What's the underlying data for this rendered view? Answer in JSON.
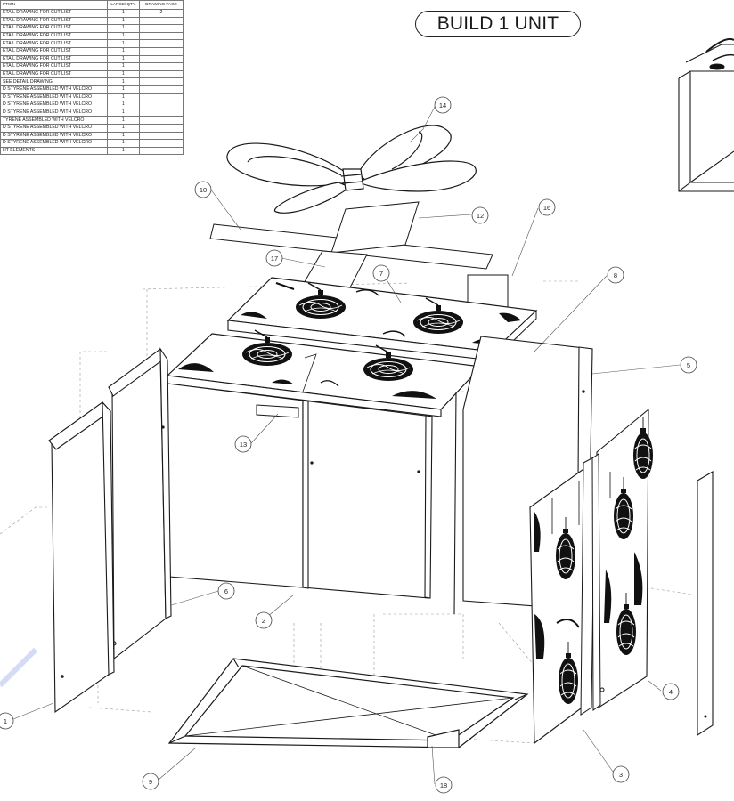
{
  "title": "BUILD 1 UNIT",
  "bom": {
    "headers": [
      "PTION",
      "LARGE/ QTY.",
      "DRAWING PAGE"
    ],
    "rows": [
      {
        "desc": "ETAIL DRAWING FOR CUT LIST",
        "qty": "1",
        "page": "2"
      },
      {
        "desc": "ETAIL DRAWING FOR CUT LIST",
        "qty": "1",
        "page": ""
      },
      {
        "desc": "ETAIL DRAWING FOR CUT LIST",
        "qty": "1",
        "page": ""
      },
      {
        "desc": "ETAIL DRAWING FOR CUT LIST",
        "qty": "1",
        "page": ""
      },
      {
        "desc": "ETAIL DRAWING FOR CUT LIST",
        "qty": "1",
        "page": ""
      },
      {
        "desc": "ETAIL DRAWING FOR CUT LIST",
        "qty": "1",
        "page": ""
      },
      {
        "desc": "ETAIL DRAWING FOR CUT LIST",
        "qty": "1",
        "page": ""
      },
      {
        "desc": "ETAIL DRAWING FOR CUT LIST",
        "qty": "1",
        "page": ""
      },
      {
        "desc": "ETAIL DRAWING FOR CUT LIST",
        "qty": "1",
        "page": ""
      },
      {
        "desc": "SEE DETAIL DRAWING",
        "qty": "1",
        "page": ""
      },
      {
        "desc": "D STYRENE ASSEMBLED WITH VELCRO",
        "qty": "1",
        "page": ""
      },
      {
        "desc": "D STYRENE ASSEMBLED WITH VELCRO",
        "qty": "1",
        "page": ""
      },
      {
        "desc": "D STYRENE ASSEMBLED WITH VELCRO",
        "qty": "1",
        "page": ""
      },
      {
        "desc": "D STYRENE ASSEMBLED WITH VELCRO",
        "qty": "1",
        "page": ""
      },
      {
        "desc": "TYRENE ASSEMBLED WITH VELCRO",
        "qty": "1",
        "page": ""
      },
      {
        "desc": "D STYRENE ASSEMBLED WITH VELCRO",
        "qty": "1",
        "page": ""
      },
      {
        "desc": "D STYRENE ASSEMBLED WITH VELCRO",
        "qty": "1",
        "page": ""
      },
      {
        "desc": "D STYRENE ASSEMBLED WITH VELCRO",
        "qty": "1",
        "page": ""
      },
      {
        "desc": "HT ELEMENTS",
        "qty": "1",
        "page": ""
      }
    ]
  },
  "callouts": [
    {
      "id": "14",
      "label": "14"
    },
    {
      "id": "10",
      "label": "10"
    },
    {
      "id": "12",
      "label": "12"
    },
    {
      "id": "16",
      "label": "16"
    },
    {
      "id": "17",
      "label": "17"
    },
    {
      "id": "7",
      "label": "7"
    },
    {
      "id": "8",
      "label": "8"
    },
    {
      "id": "5",
      "label": "5"
    },
    {
      "id": "13",
      "label": "13"
    },
    {
      "id": "6",
      "label": "6"
    },
    {
      "id": "2",
      "label": "2"
    },
    {
      "id": "1",
      "label": "1"
    },
    {
      "id": "4",
      "label": "4"
    },
    {
      "id": "3",
      "label": "3"
    },
    {
      "id": "9",
      "label": "9"
    },
    {
      "id": "18",
      "label": "18"
    }
  ],
  "colors": {
    "line": "#1a1a1a",
    "leader": "#8a8a8a",
    "ornament": "#111111",
    "background": "#ffffff"
  }
}
